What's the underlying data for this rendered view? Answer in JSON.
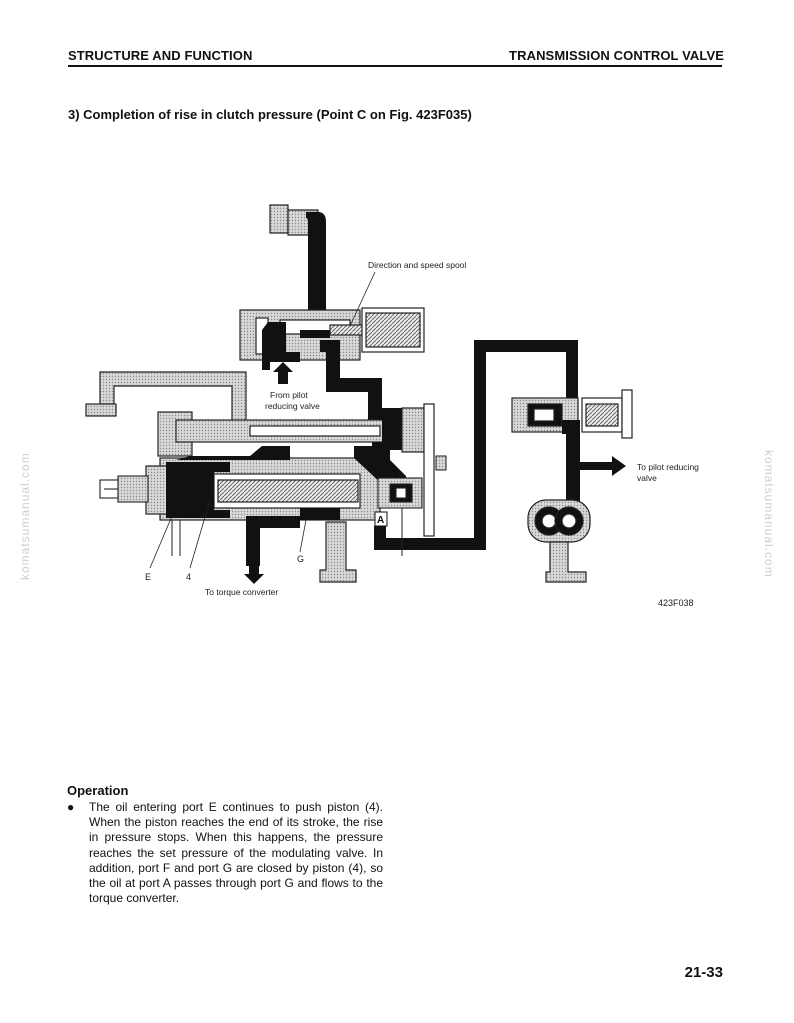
{
  "header": {
    "left": "STRUCTURE AND FUNCTION",
    "right": "TRANSMISSION CONTROL VALVE"
  },
  "section_title": "3)  Completion of rise in clutch pressure (Point C on Fig. 423F035)",
  "diagram": {
    "labels": {
      "spool": "Direction and speed spool",
      "from_pilot_1": "From pilot",
      "from_pilot_2": "reducing valve",
      "to_pilot_1": "To pilot reducing",
      "to_pilot_2": "valve",
      "torque": "To torque converter",
      "port_a": "A",
      "port_e": "E",
      "num_4": "4",
      "port_g": "G",
      "fig": "423F038"
    }
  },
  "watermark": "komatsumanual.com",
  "operation": {
    "title": "Operation",
    "bullet": "●",
    "text": "The oil entering port E continues to push piston (4). When the piston reaches the end of its stroke, the rise in pressure stops. When this happens, the pressure reaches the set pressure of the modulating valve. In addition, port F and port G are closed by piston (4), so the oil at port A passes through port G and flows to the torque converter."
  },
  "page_number": "21-33"
}
